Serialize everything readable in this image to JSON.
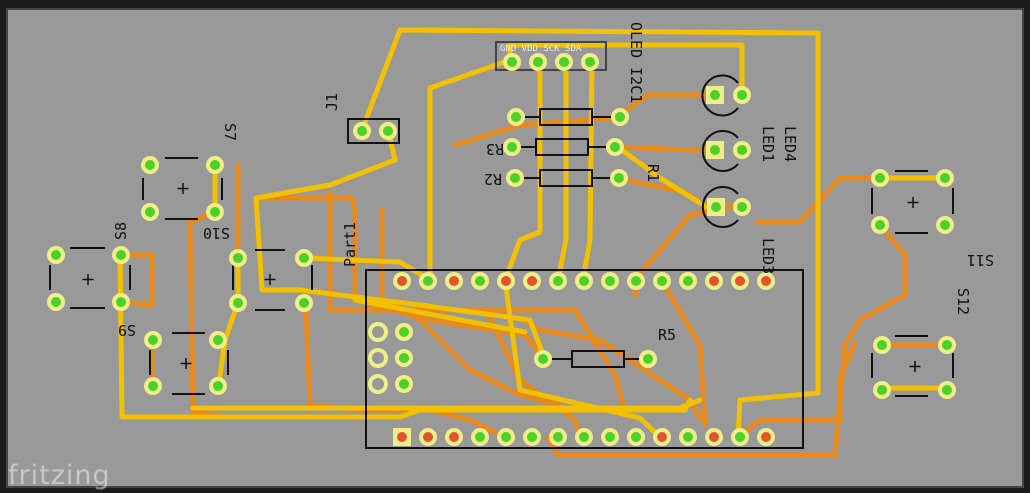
{
  "app": {
    "watermark": "fritzing"
  },
  "labels": {
    "j1": "J1",
    "oled_header": "GND VDD SCK SDA",
    "oled_name": "OLED I2C1",
    "r1": "R1",
    "r2": "R2",
    "r3": "R3",
    "r5": "R5",
    "part1": "Part1",
    "led1": "LED1",
    "led3": "LED3",
    "led4": "LED4",
    "s7": "S7",
    "s8": "S8",
    "s9": "S9",
    "s10": "S10",
    "s11": "S11",
    "s12": "S12"
  },
  "colors": {
    "board": "#999999",
    "trace_top": "#f2c200",
    "trace_bottom": "#e8891c",
    "pad_ring": "#f0ee88",
    "pad_connected": "#4cd02a",
    "pad_unconnected": "#e0542f",
    "silkscreen": "#111111"
  }
}
